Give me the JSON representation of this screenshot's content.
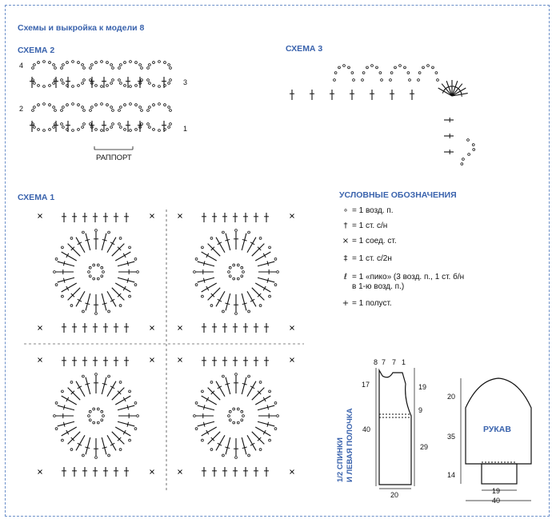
{
  "page_title": "Схемы и выкройка к модели 8",
  "schemes": {
    "scheme2": {
      "label": "СХЕМА 2",
      "rapport_label": "РАППОРТ",
      "row_numbers": [
        "4",
        "3",
        "2",
        "1"
      ]
    },
    "scheme3": {
      "label": "СХЕМА 3"
    },
    "scheme1": {
      "label": "СХЕМА 1"
    }
  },
  "legend": {
    "title": "УСЛОВНЫЕ ОБОЗНАЧЕНИЯ",
    "items": [
      {
        "symbol": "∘",
        "text": "= 1 возд. п."
      },
      {
        "symbol": "†",
        "text": "= 1 ст. с/н"
      },
      {
        "symbol": "×",
        "text": "= 1 соед. ст."
      },
      {
        "symbol": "‡",
        "text": "= 1 ст. с/2н"
      },
      {
        "symbol": "ℓ",
        "text": "= 1 «пико» (3 возд. п., 1 ст. б/н",
        "text2": "в 1-ю возд. п.)"
      },
      {
        "symbol": "+",
        "text": "= 1 полуст."
      }
    ]
  },
  "pattern_back": {
    "label_line1": "1/2 СПИНКИ",
    "label_line2": "И ЛЕВАЯ ПОЛОЧКА",
    "dims": {
      "top": [
        "8",
        "7",
        "7",
        "1"
      ],
      "left_17": "17",
      "left_40": "40",
      "right_19": "19",
      "right_9": "9",
      "right_29": "29",
      "bottom_20": "20"
    }
  },
  "pattern_sleeve": {
    "label": "РУКАВ",
    "dims": {
      "left_20": "20",
      "left_35": "35",
      "left_14": "14",
      "bottom_19": "19",
      "bottom_40": "40"
    }
  },
  "colors": {
    "accent": "#3a63ad",
    "line": "#111111",
    "frame": "#6b8fc9"
  }
}
